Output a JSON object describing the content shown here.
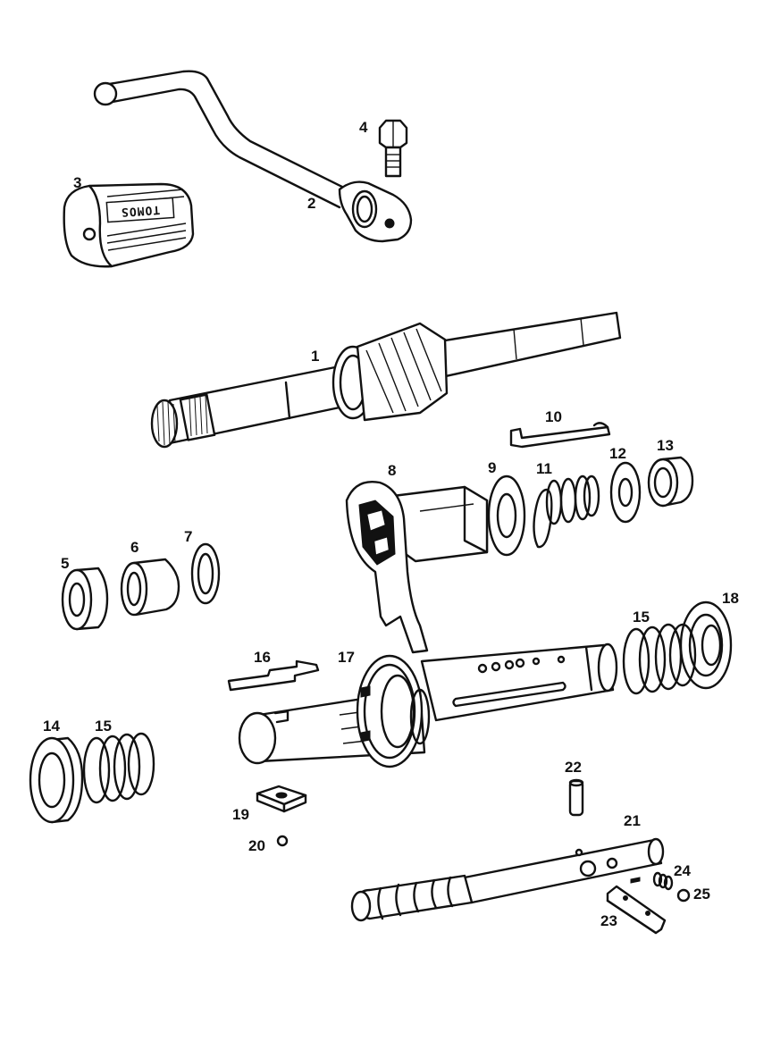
{
  "diagram": {
    "logo_text": "TOMOS",
    "parts": [
      {
        "id": "kickstart-shaft",
        "label": "1"
      },
      {
        "id": "kick-lever",
        "label": "2"
      },
      {
        "id": "pedal-rubber",
        "label": "3"
      },
      {
        "id": "bolt",
        "label": "4"
      },
      {
        "id": "bushing-5",
        "label": "5"
      },
      {
        "id": "bushing-6",
        "label": "6"
      },
      {
        "id": "washer-7",
        "label": "7"
      },
      {
        "id": "shift-fork",
        "label": "8"
      },
      {
        "id": "washer-9",
        "label": "9"
      },
      {
        "id": "retainer-clip",
        "label": "10"
      },
      {
        "id": "spring-11",
        "label": "11"
      },
      {
        "id": "washer-12",
        "label": "12"
      },
      {
        "id": "bushing-13",
        "label": "13"
      },
      {
        "id": "spring-cup-14",
        "label": "14"
      },
      {
        "id": "spring-15-left",
        "label": "15"
      },
      {
        "id": "spring-15-right",
        "label": "15"
      },
      {
        "id": "key-plate",
        "label": "16"
      },
      {
        "id": "gear-shaft",
        "label": "17"
      },
      {
        "id": "spring-cup-18",
        "label": "18"
      },
      {
        "id": "square-nut",
        "label": "19"
      },
      {
        "id": "ball-20",
        "label": "20"
      },
      {
        "id": "selector-shaft",
        "label": "21"
      },
      {
        "id": "pin",
        "label": "22"
      },
      {
        "id": "selector-key",
        "label": "23"
      },
      {
        "id": "detent-spring",
        "label": "24"
      },
      {
        "id": "ball-25",
        "label": "25"
      }
    ]
  }
}
